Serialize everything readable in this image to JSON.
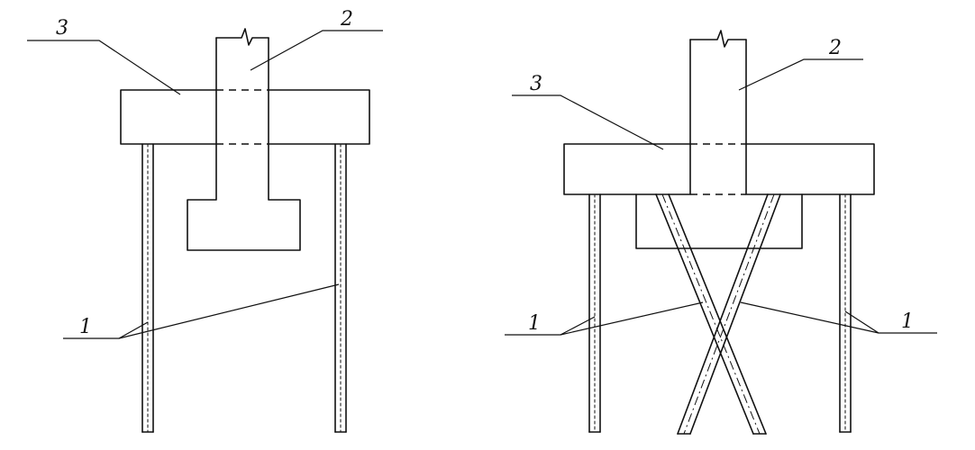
{
  "diagram": {
    "left": {
      "label_3": "3",
      "label_2": "2",
      "label_1": "1"
    },
    "right": {
      "label_3": "3",
      "label_2": "2",
      "label_1_left": "1",
      "label_1_right": "1"
    }
  }
}
